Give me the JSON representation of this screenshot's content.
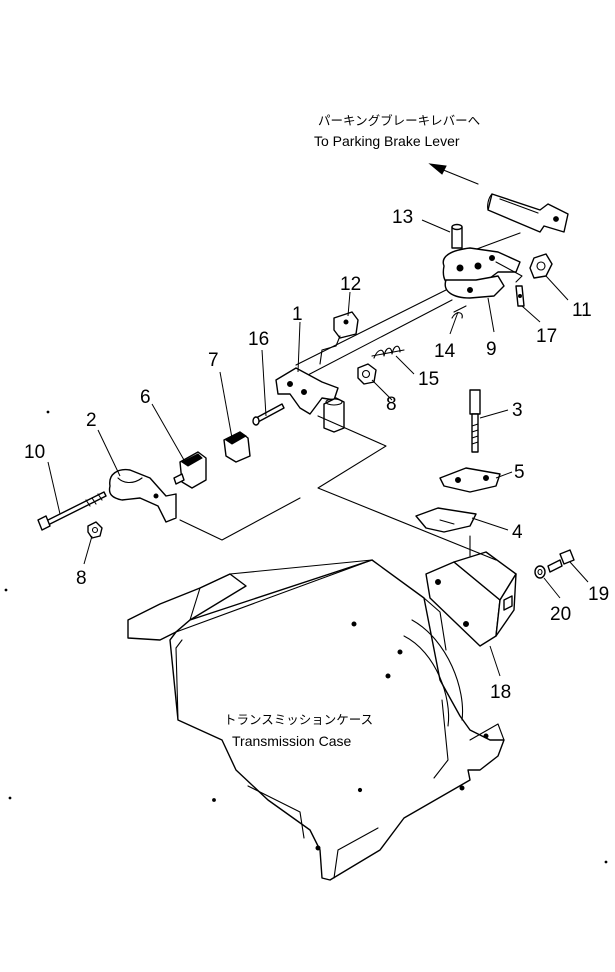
{
  "labels": {
    "parking_brake_jp": "パーキングブレーキレバーへ",
    "parking_brake_en": "To Parking Brake Lever",
    "transmission_jp": "トランスミッションケース",
    "transmission_en": "Transmission Case"
  },
  "callouts": {
    "c1": "1",
    "c2": "2",
    "c3": "3",
    "c4": "4",
    "c5": "5",
    "c6": "6",
    "c7": "7",
    "c8a": "8",
    "c8b": "8",
    "c9": "9",
    "c10": "10",
    "c11": "11",
    "c12": "12",
    "c13": "13",
    "c14": "14",
    "c15": "15",
    "c16": "16",
    "c17": "17",
    "c18": "18",
    "c19": "19",
    "c20": "20"
  }
}
